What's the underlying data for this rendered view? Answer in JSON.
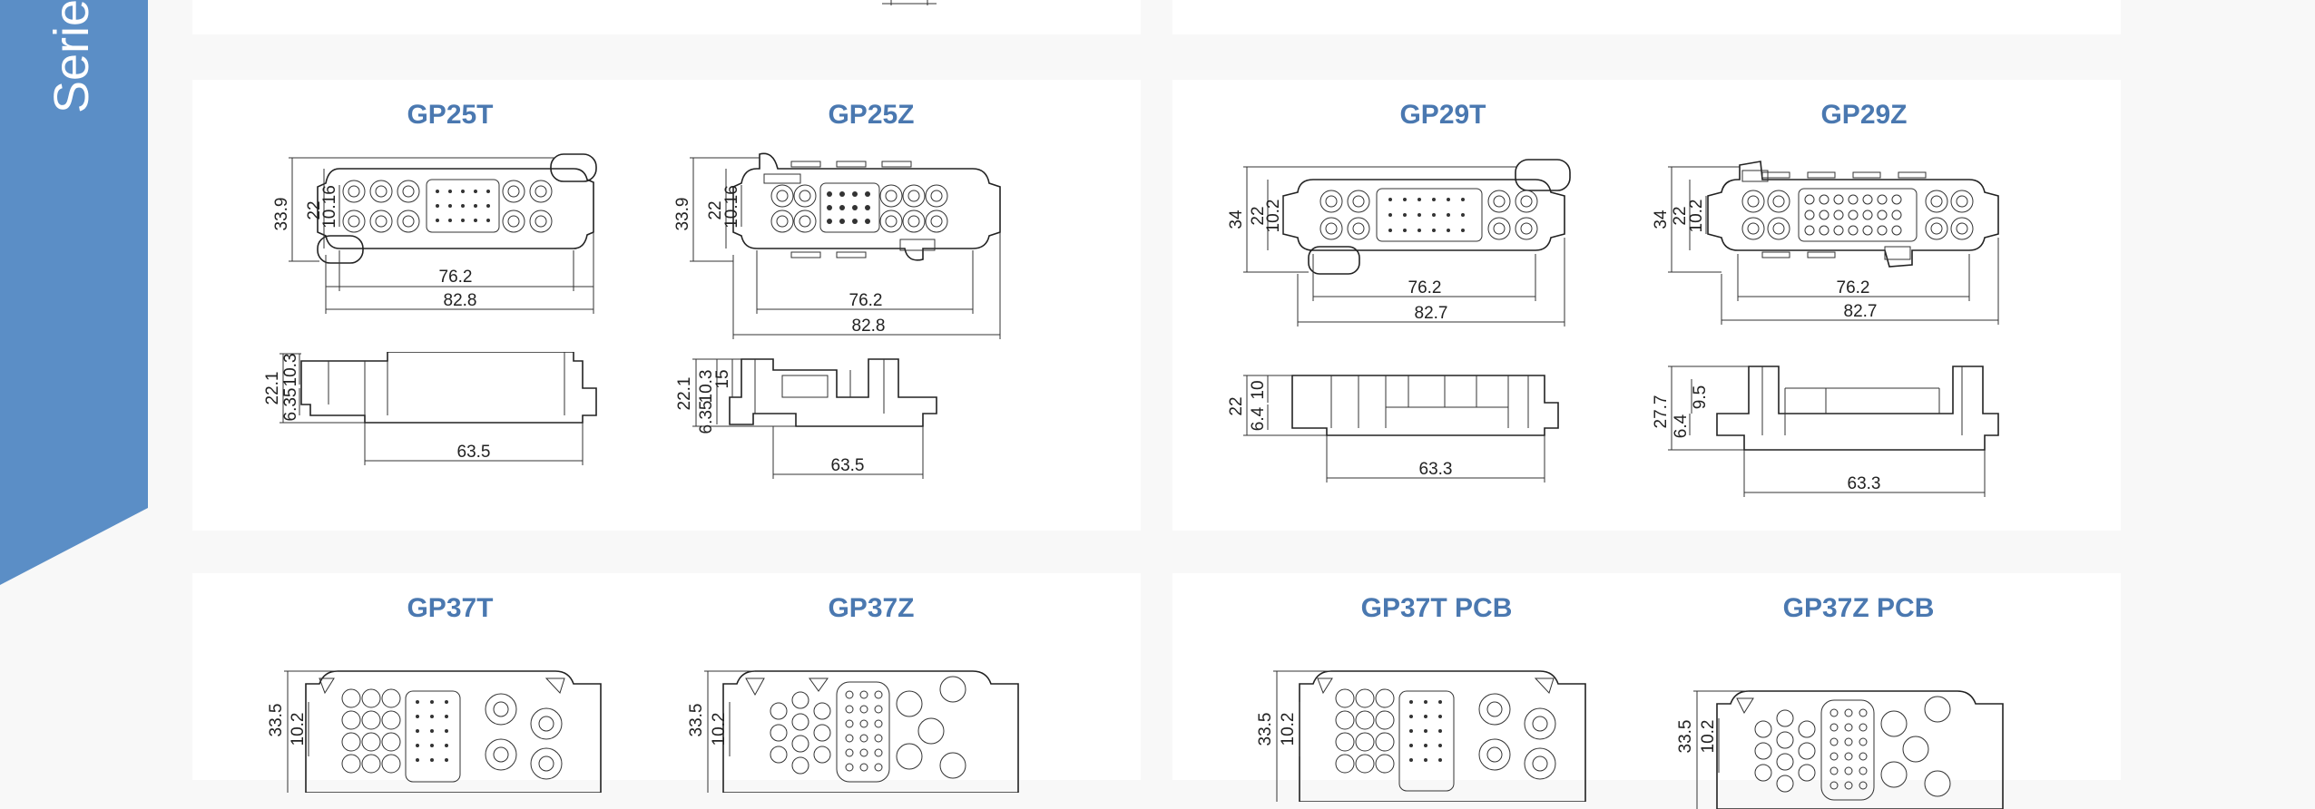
{
  "banner": {
    "text": "Series",
    "color": "#5b8ec6"
  },
  "titles": {
    "gp25t": "GP25T",
    "gp25z": "GP25Z",
    "gp29t": "GP29T",
    "gp29z": "GP29Z",
    "gp37t": "GP37T",
    "gp37z": "GP37Z",
    "gp37t_pcb": "GP37T PCB",
    "gp37z_pcb": "GP37Z PCB"
  },
  "dims": {
    "gp25t": {
      "h1": "33.9",
      "h2": "22",
      "h3": "10.16",
      "w1": "76.2",
      "w2": "82.8",
      "s1": "22.1",
      "s2": "10.3",
      "s3": "6.35",
      "s4": "63.5"
    },
    "gp25z": {
      "h1": "33.9",
      "h2": "22",
      "h3": "10.16",
      "w1": "76.2",
      "w2": "82.8",
      "s1": "22.1",
      "s2": "10.3",
      "s3": "6.35",
      "s5": "15",
      "s4": "63.5"
    },
    "gp29t": {
      "h1": "34",
      "h2": "22",
      "h3": "10.2",
      "w1": "76.2",
      "w2": "82.7",
      "s1": "22",
      "s2": "10",
      "s3": "6.4",
      "s4": "63.3"
    },
    "gp29z": {
      "h1": "34",
      "h2": "22",
      "h3": "10.2",
      "w1": "76.2",
      "w2": "82.7",
      "s1": "27.7",
      "s2": "9.5",
      "s3": "6.4",
      "s4": "63.3"
    },
    "gp37t": {
      "h1": "33.5",
      "h3": "10.2"
    },
    "gp37z": {
      "h1": "33.5",
      "h3": "10.2"
    },
    "gp37t_pcb": {
      "h1": "33.5",
      "h3": "10.2"
    },
    "gp37z_pcb": {
      "h1": "33.5",
      "h3": "10.2"
    }
  }
}
